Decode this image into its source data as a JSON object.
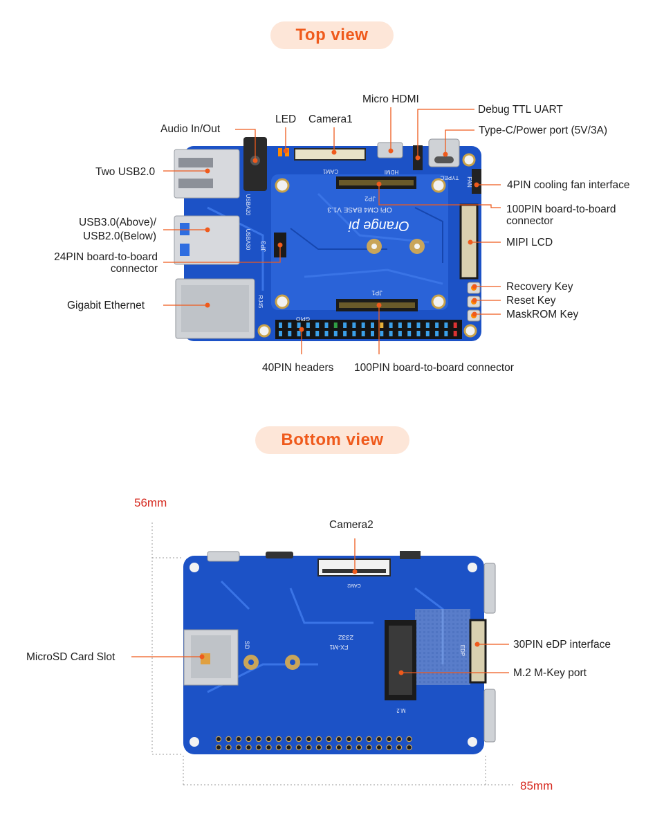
{
  "top_title": "Top view",
  "bottom_title": "Bottom view",
  "top_labels": {
    "audio": "Audio In/Out",
    "led": "LED",
    "camera1": "Camera1",
    "micro_hdmi": "Micro HDMI",
    "debug_uart": "Debug TTL UART",
    "typec": "Type-C/Power port (5V/3A)",
    "usb2": "Two USB2.0",
    "usb3_line1": "USB3.0(Above)/",
    "usb3_line2": "USB2.0(Below)",
    "pin24_line1": "24PIN board-to-board",
    "pin24_line2": "connector",
    "ethernet": "Gigabit Ethernet",
    "fan": "4PIN cooling fan interface",
    "pin100a_line1": "100PIN board-to-board",
    "pin100a_line2": "connector",
    "mipi": "MIPI LCD",
    "recovery": "Recovery Key",
    "reset": "Reset Key",
    "maskrom": "MaskROM Key",
    "headers": "40PIN headers",
    "pin100b": "100PIN board-to-board connector"
  },
  "bottom_labels": {
    "camera2": "Camera2",
    "microsd": "MicroSD Card Slot",
    "edp": "30PIN eDP interface",
    "m2": "M.2 M-Key port"
  },
  "dimensions": {
    "height": "56mm",
    "width": "85mm"
  },
  "board_silk": {
    "brand": "Orange pi",
    "model": "OPi CM4 BASE V1.3",
    "jp1": "JP1",
    "jp2": "JP2",
    "jp3": "JP3",
    "cam1": "CAM1",
    "hdmi": "HDMI",
    "typec": "TYPEC",
    "fan": "FAN",
    "rj45": "RJ45",
    "usba20": "USBA20",
    "usba30": "USBA30",
    "gpio": "GPIO",
    "bottom_code": "2332",
    "bottom_part": "FX-M1",
    "m2": "M.2",
    "edp": "EDP",
    "sd": "SD",
    "cam2": "CAM2"
  },
  "colors": {
    "accent": "#ef5a1c",
    "pill_bg": "#fde6d8",
    "board": "#1c52c6",
    "dim_red": "#d6281e"
  }
}
